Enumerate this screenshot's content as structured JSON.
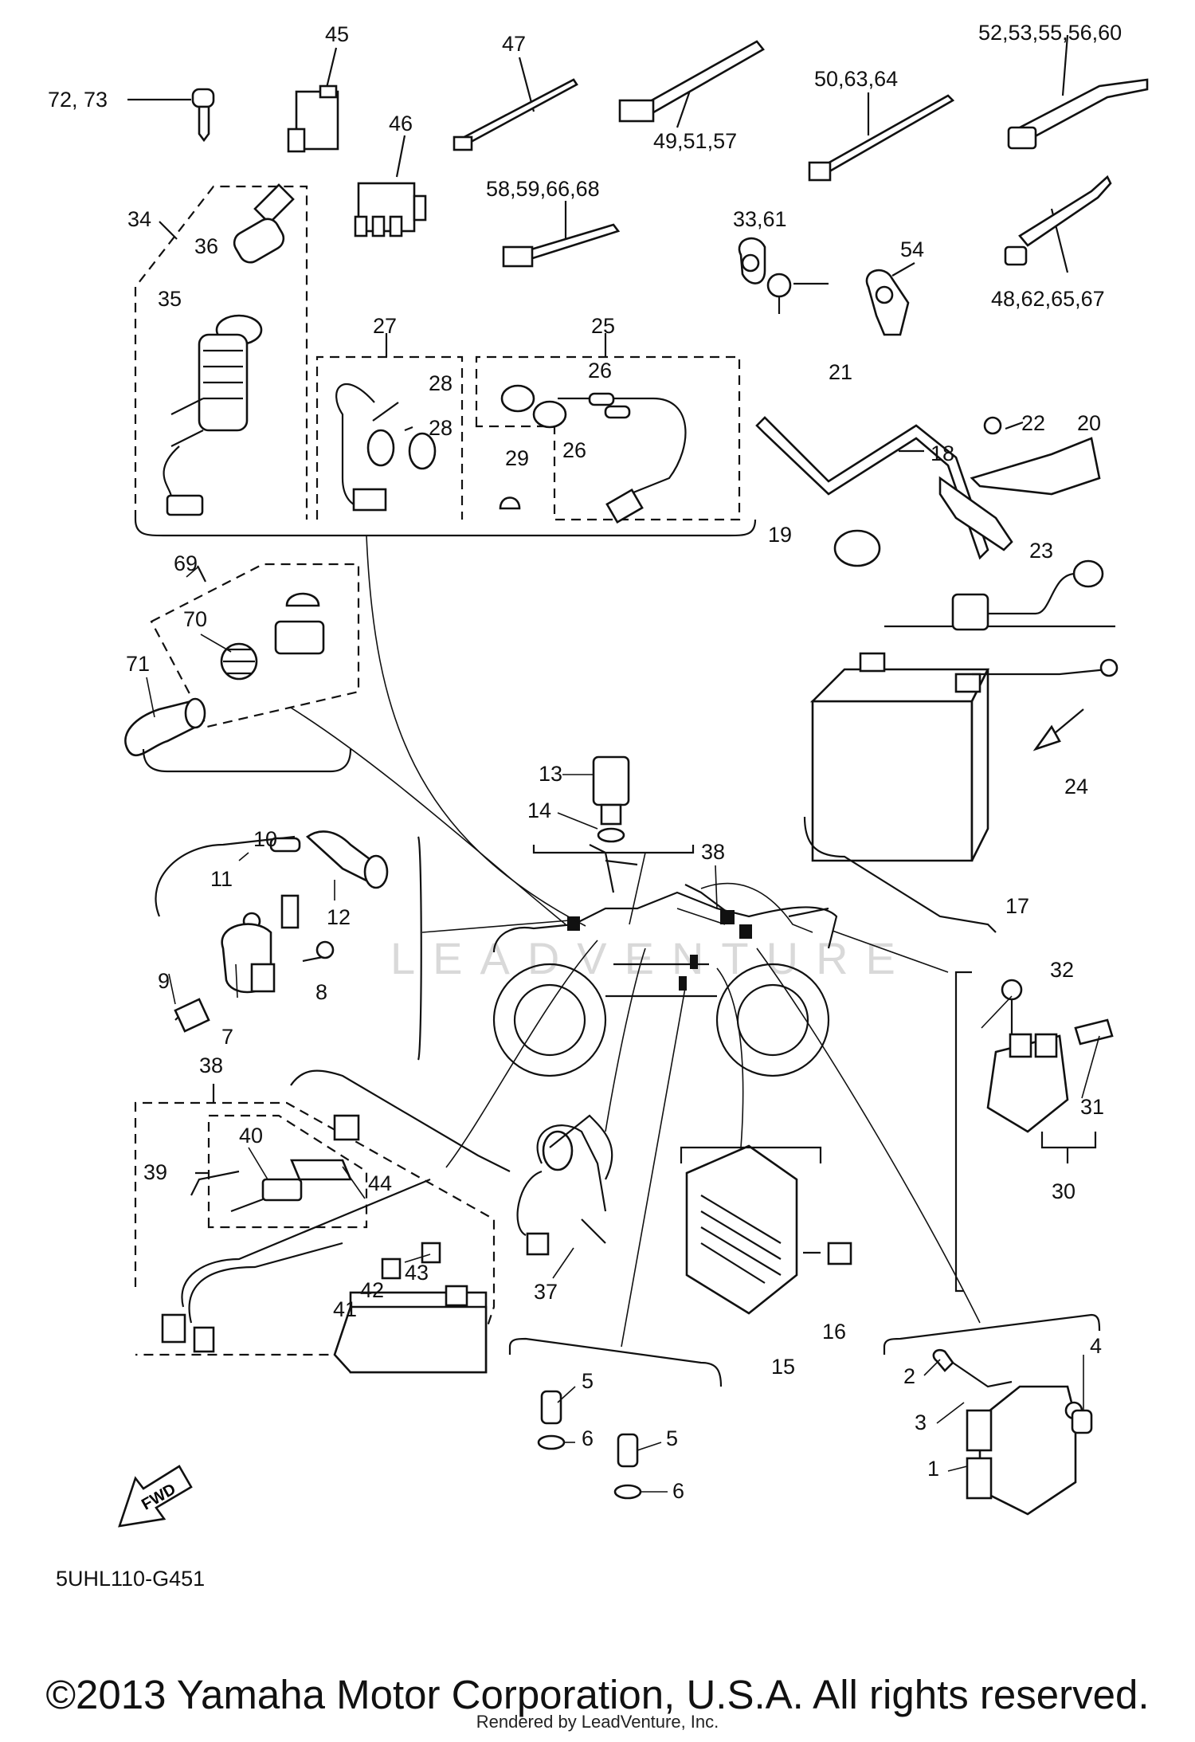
{
  "drawing_code": "5UHL110-G451",
  "copyright": "©2013 Yamaha Motor Corporation, U.S.A. All rights reserved.",
  "rendered_by": "Rendered by LeadVenture, Inc.",
  "fwd_label": "FWD",
  "watermark": "LEADVENTURE",
  "callouts": {
    "c1": "1",
    "c2": "2",
    "c3": "3",
    "c4": "4",
    "c5a": "5",
    "c5b": "5",
    "c6a": "6",
    "c6b": "6",
    "c7": "7",
    "c8": "8",
    "c9": "9",
    "c10": "10",
    "c11": "11",
    "c12": "12",
    "c13": "13",
    "c14": "14",
    "c15": "15",
    "c16": "16",
    "c17": "17",
    "c18": "18",
    "c19": "19",
    "c20": "20",
    "c21": "21",
    "c22": "22",
    "c23": "23",
    "c24": "24",
    "c25": "25",
    "c26a": "26",
    "c26b": "26",
    "c27": "27",
    "c28a": "28",
    "c28b": "28",
    "c29": "29",
    "c30": "30",
    "c31": "31",
    "c32": "32",
    "c33": "33,61",
    "c34": "34",
    "c35": "35",
    "c36": "36",
    "c37": "37",
    "c38a": "38",
    "c38b": "38",
    "c39": "39",
    "c40": "40",
    "c41": "41",
    "c42": "42",
    "c43": "43",
    "c44": "44",
    "c45": "45",
    "c46": "46",
    "c47": "47",
    "c48": "48,62,65,67",
    "c49": "49,51,57",
    "c50": "50,63,64",
    "c52": "52,53,55,56,60",
    "c54": "54",
    "c58": "58,59,66,68",
    "c69": "69",
    "c70": "70",
    "c71": "71",
    "c72": "72, 73"
  }
}
